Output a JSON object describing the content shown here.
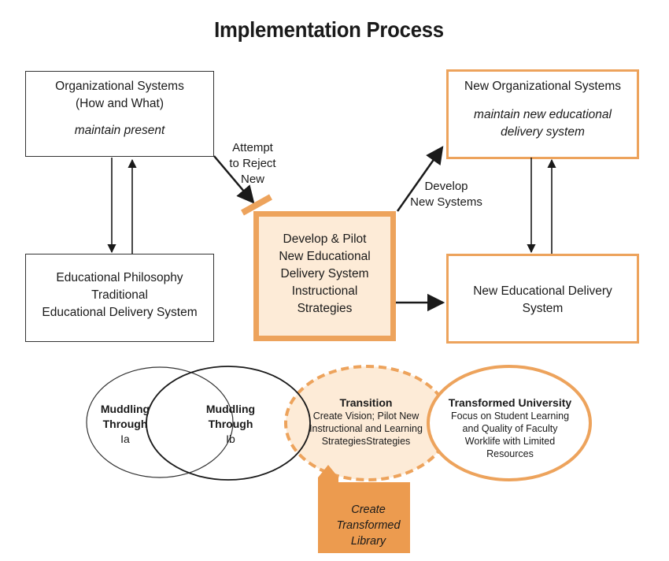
{
  "title": "Implementation Process",
  "boxes": {
    "org_systems": {
      "line1": "Organizational Systems",
      "line2": "(How and What)",
      "note": "maintain present"
    },
    "ed_philosophy": {
      "line1": "Educational Philosophy",
      "line2": "Traditional",
      "line3": "Educational Delivery System"
    },
    "develop_pilot": {
      "line1": "Develop & Pilot",
      "line2": "New Educational",
      "line3": "Delivery System",
      "line4": "Instructional",
      "line5": "Strategies"
    },
    "new_org_systems": {
      "line1": "New Organizational Systems",
      "note1": "maintain new educational",
      "note2": "delivery system"
    },
    "new_ed_delivery": {
      "line1": "New Educational Delivery",
      "line2": "System"
    }
  },
  "labels": {
    "attempt": [
      "Attempt",
      "to Reject",
      "New"
    ],
    "develop_new": [
      "Develop",
      "New Systems"
    ]
  },
  "ellipses": {
    "muddling_a": {
      "title1": "Muddling",
      "title2": "Through",
      "sub": "Ia"
    },
    "muddling_b": {
      "title1": "Muddling",
      "title2": "Through",
      "sub": "Ib"
    },
    "transition": {
      "title": "Transition",
      "line1": "Create Vision; Pilot New",
      "line2": "Instructional and Learning",
      "line3": "StrategiesStrategies"
    },
    "transformed": {
      "title": "Transformed University",
      "line1": "Focus on Student Learning",
      "line2": "and Quality of Faculty",
      "line3": "Worklife with Limited",
      "line4": "Resources"
    }
  },
  "library": [
    "Create",
    "Transformed",
    "Library"
  ],
  "colors": {
    "accent": "#eda35c",
    "light_fill": "#fdebd7",
    "library_fill": "#ec9b4f",
    "line": "#1a1a1a"
  }
}
